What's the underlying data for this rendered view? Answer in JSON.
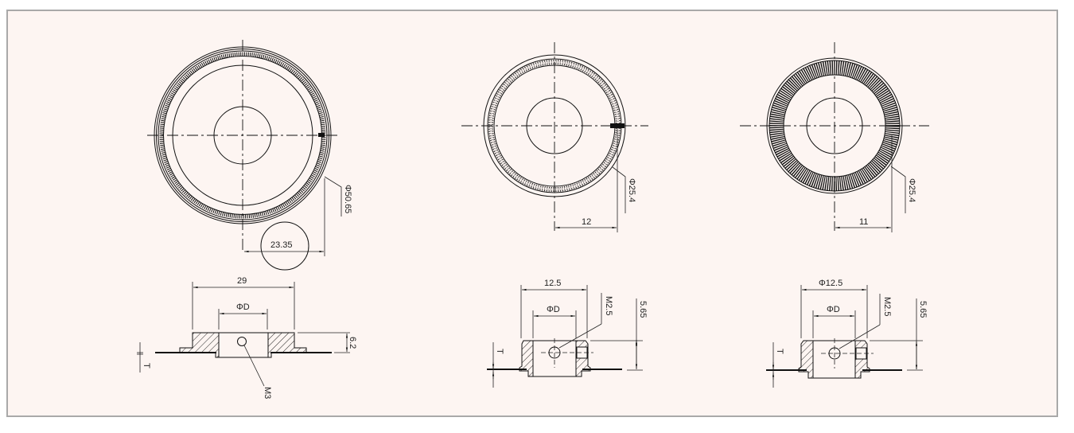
{
  "drawing": {
    "background": "#fdf5f2",
    "border_color": "#a9a9a9",
    "line_color": "#111111"
  },
  "disc_large": {
    "top_view": {
      "outer_diameter_label": "Φ50.65",
      "radial_offset_label": "23.35"
    },
    "side_view": {
      "width_label": "29",
      "bore_label": "ΦD",
      "height_label": "6.2",
      "thread_label": "M3",
      "thickness_label": "T"
    }
  },
  "disc_medium": {
    "top_view": {
      "outer_diameter_label": "Φ25.4",
      "radial_offset_label": "12"
    },
    "side_view": {
      "width_label": "12.5",
      "bore_label": "ΦD",
      "height_label": "5.65",
      "thread_label": "M2.5",
      "thickness_label": "T"
    }
  },
  "disc_small": {
    "top_view": {
      "outer_diameter_label": "Φ25.4",
      "radial_offset_label": "11"
    },
    "side_view": {
      "width_label": "Φ12.5",
      "bore_label": "ΦD",
      "height_label": "5.65",
      "thread_label": "M2.5",
      "thickness_label": "T"
    }
  }
}
